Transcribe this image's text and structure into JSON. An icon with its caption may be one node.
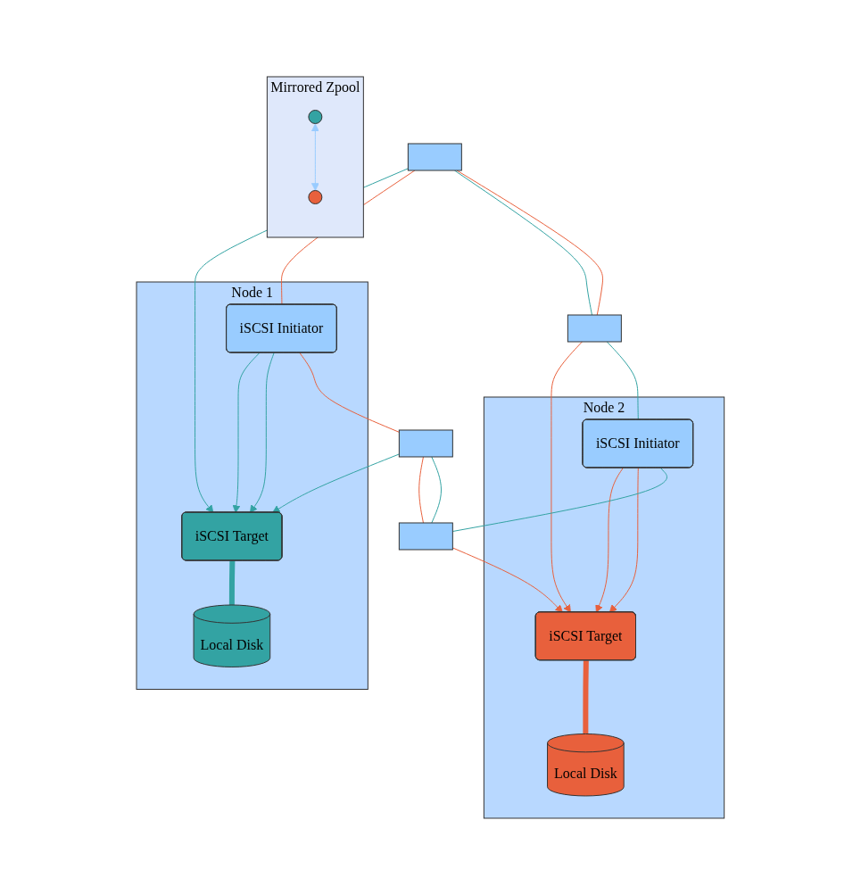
{
  "diagram": {
    "nodes": [
      {
        "text": [
          "Node 1"
        ]
      },
      {
        "text": [],
        "shape": "box"
      },
      {
        "text": [
          "iSCSI Initiator"
        ],
        "in": 0
      },
      {
        "text": [],
        "shape": "box"
      },
      {
        "text": [
          "iSCSI Target"
        ],
        "in": 0
      },
      {
        "text": [
          "Local Disk"
        ],
        "in": 0
      },
      {
        "text": [
          "Node 2"
        ]
      },
      {
        "text": [],
        "shape": "box"
      },
      {
        "text": [
          "iSCSI Initiator"
        ],
        "in": 6
      },
      {
        "text": [],
        "shape": "box"
      },
      {
        "text": [
          "iSCSI Target"
        ],
        "in": 6
      },
      {
        "text": [
          "Local Disk"
        ],
        "in": 6
      },
      {
        "text": [
          "Mirrored Zpool"
        ]
      },
      {
        "text": [],
        "shape": "circle",
        "in": 12
      },
      {
        "text": [],
        "shape": "circle",
        "in": 12
      }
    ],
    "edges": [
      {
        "from": 1,
        "to": 4,
        "arrow": "to",
        "color": "#33a3a3"
      },
      {
        "from": 1,
        "to": 2,
        "arrow": "none",
        "color": "#e8603c"
      },
      {
        "from": 1,
        "to": 7,
        "arrow": "none",
        "color": "#33a3a3"
      },
      {
        "from": 1,
        "to": 7,
        "arrow": "none",
        "color": "#e8603c"
      },
      {
        "from": 2,
        "to": 4,
        "arrow": "to",
        "color": "#33a3a3"
      },
      {
        "from": 2,
        "to": 4,
        "arrow": "to",
        "color": "#33a3a3"
      },
      {
        "from": 2,
        "to": 3,
        "arrow": "none",
        "color": "#e8603c"
      },
      {
        "from": 3,
        "to": 4,
        "arrow": "to",
        "color": "#33a3a3"
      },
      {
        "from": 3,
        "to": 9,
        "arrow": "none",
        "color": "#e8603c"
      },
      {
        "from": 3,
        "to": 9,
        "arrow": "none",
        "color": "#33a3a3"
      },
      {
        "from": 7,
        "to": 10,
        "arrow": "to",
        "color": "#e8603c"
      },
      {
        "from": 7,
        "to": 8,
        "arrow": "none",
        "color": "#33a3a3"
      },
      {
        "from": 8,
        "to": 10,
        "arrow": "to",
        "color": "#e8603c"
      },
      {
        "from": 8,
        "to": 10,
        "arrow": "to",
        "color": "#e8603c"
      },
      {
        "from": 8,
        "to": 9,
        "arrow": "none",
        "color": "#33a3a3"
      },
      {
        "from": 9,
        "to": 10,
        "arrow": "to",
        "color": "#e8603c"
      },
      {
        "from": 4,
        "to": 5,
        "arrow": "none",
        "style": "thick",
        "color": "#33a3a3"
      },
      {
        "from": 10,
        "to": 11,
        "arrow": "none",
        "style": "thick",
        "color": "#e8603c"
      },
      {
        "from": 13,
        "to": 14,
        "arrow": "both",
        "color": "#99ccff"
      }
    ]
  }
}
